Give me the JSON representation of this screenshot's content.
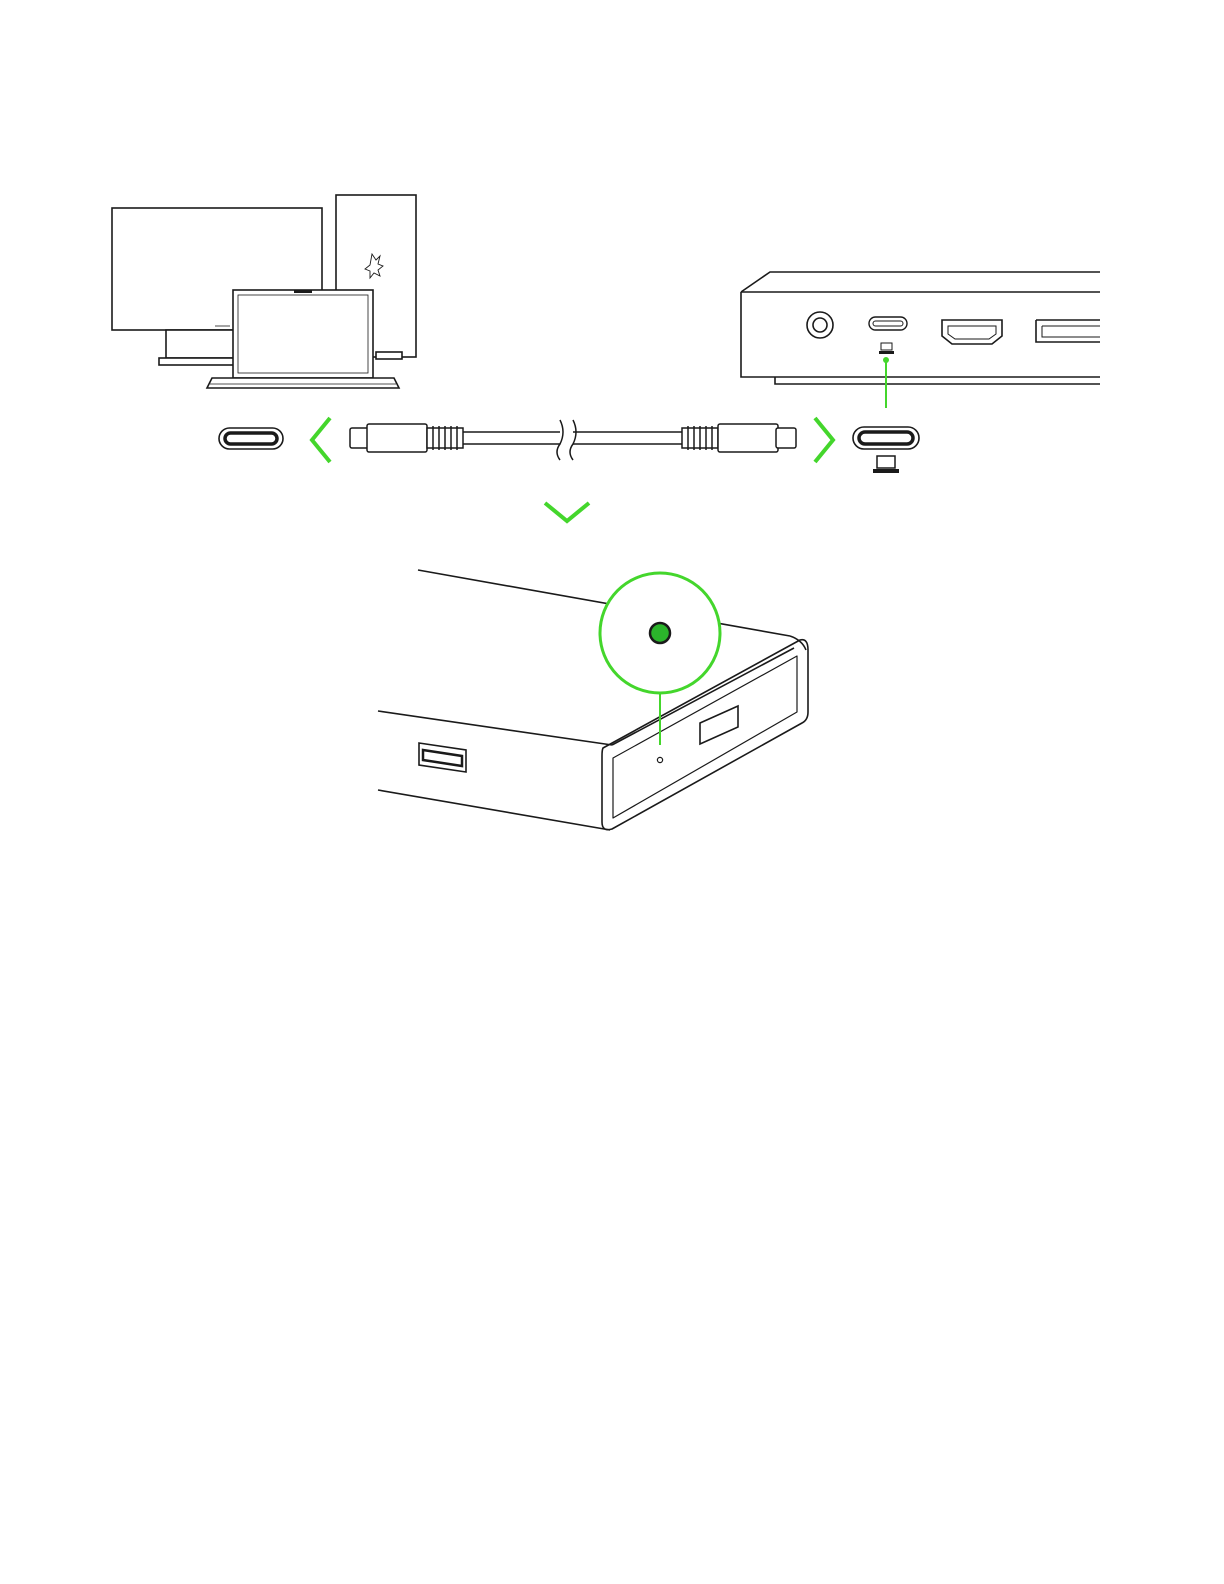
{
  "page": {
    "background": "#ffffff"
  },
  "colors": {
    "line": "#1a1a1a",
    "accent_green": "#44d62c",
    "led_green": "#2bb52b",
    "fill": "#ffffff"
  },
  "hosts": {
    "icons": [
      "monitor",
      "desktop-tower",
      "laptop"
    ],
    "logo": "razer-snake-logo"
  },
  "connection": {
    "host_port": "usb-c-port",
    "cable": "usb-c-to-usb-c-cable",
    "dock_port": "usb-c-port-with-laptop-symbol",
    "direction_icons": [
      "chevron-left-icon",
      "chevron-right-icon",
      "chevron-down-icon"
    ]
  },
  "dock_rear": {
    "ports": [
      "dc-in",
      "usb-c-host",
      "hdmi",
      "displayport"
    ]
  },
  "dock_front": {
    "ports": [
      "usb-a",
      "card-slot"
    ],
    "status_led": {
      "state": "on",
      "color": "#2bb52b"
    }
  }
}
